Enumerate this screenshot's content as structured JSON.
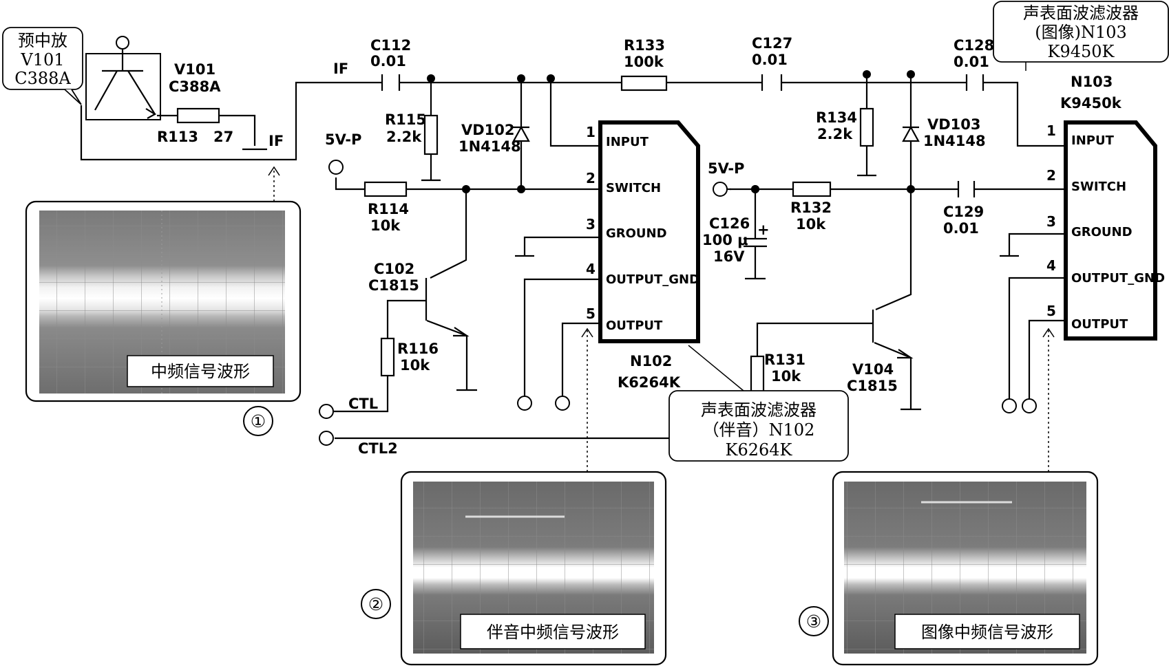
{
  "callouts": {
    "preamp": [
      "预中放",
      "V101",
      "C388A"
    ],
    "saw_picture": [
      "声表面波滤波器",
      "(图像)N103",
      "K9450K"
    ],
    "saw_sound": [
      "声表面波滤波器",
      "（伴音）N102",
      "K6264K"
    ]
  },
  "components": {
    "v101": [
      "V101",
      "C388A"
    ],
    "r113": [
      "R113",
      "27"
    ],
    "if_left": "IF",
    "if_top": "IF",
    "c112": [
      "C112",
      "0.01"
    ],
    "r115": [
      "R115",
      "2.2k"
    ],
    "vd102": [
      "VD102",
      "1N4148"
    ],
    "r133": [
      "R133",
      "100k"
    ],
    "c127": [
      "C127",
      "0.01"
    ],
    "r134": [
      "R134",
      "2.2k"
    ],
    "vd103": [
      "VD103",
      "1N4148"
    ],
    "c128": [
      "C128",
      "0.01"
    ],
    "supply_left": "5V-P",
    "supply_mid": "5V-P",
    "r114": [
      "R114",
      "10k"
    ],
    "c102": [
      "C102",
      "C1815"
    ],
    "r116": [
      "R116",
      "10k"
    ],
    "c126": [
      "C126",
      "100 μ",
      "16V"
    ],
    "r132": [
      "R132",
      "10k"
    ],
    "c129": [
      "C129",
      "0.01"
    ],
    "r131": [
      "R131",
      "10k"
    ],
    "v104": [
      "V104",
      "C1815"
    ],
    "ctl": "CTL",
    "ctl2": "CTL2"
  },
  "n102": {
    "name": [
      "N102",
      "K6264K"
    ],
    "pins": [
      "INPUT",
      "SWITCH",
      "GROUND",
      "OUTPUT_GND",
      "OUTPUT"
    ],
    "numbers": [
      "1",
      "2",
      "3",
      "4",
      "5"
    ]
  },
  "n103": {
    "name": [
      "N103",
      "K9450k"
    ],
    "pins": [
      "INPUT",
      "SWITCH",
      "GROUND",
      "OUTPUT_GND",
      "OUTPUT"
    ],
    "numbers": [
      "1",
      "2",
      "3",
      "4",
      "5"
    ]
  },
  "waveforms": [
    {
      "caption": "中频信号波形",
      "marker": "①"
    },
    {
      "caption": "伴音中频信号波形",
      "marker": "②"
    },
    {
      "caption": "图像中频信号波形",
      "marker": "③"
    }
  ]
}
